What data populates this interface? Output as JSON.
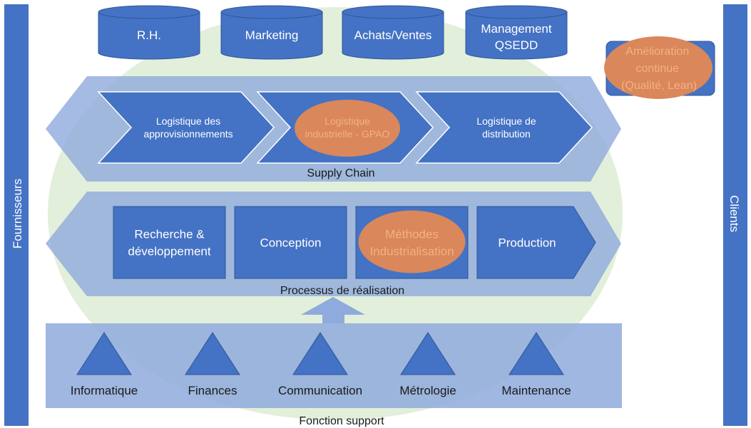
{
  "side": {
    "left_label": "Fournisseurs",
    "right_label": "Clients"
  },
  "top_functions": [
    "R.H.",
    "Marketing",
    "Achats/Ventes",
    "Management QSEDD"
  ],
  "improvement": {
    "lines": [
      "Amélioration",
      "continue",
      "(Qualité, Lean)"
    ]
  },
  "supply_chain": {
    "label": "Supply Chain",
    "steps": [
      {
        "lines": [
          "Logistique des",
          "approvisionnements"
        ],
        "highlighted": false
      },
      {
        "lines": [
          "Logistique",
          "industrielle - GPAO"
        ],
        "highlighted": true
      },
      {
        "lines": [
          "Logistique de",
          "distribution"
        ],
        "highlighted": false
      }
    ]
  },
  "realisation": {
    "label": "Processus de réalisation",
    "steps": [
      {
        "lines": [
          "Recherche &",
          "développement"
        ],
        "highlighted": false
      },
      {
        "lines": [
          "Conception"
        ],
        "highlighted": false
      },
      {
        "lines": [
          "Méthodes",
          "Industrialisation"
        ],
        "highlighted": true
      },
      {
        "lines": [
          "Production"
        ],
        "highlighted": false
      }
    ]
  },
  "support": {
    "label": "Fonction support",
    "items": [
      "Informatique",
      "Finances",
      "Communication",
      "Métrologie",
      "Maintenance"
    ]
  },
  "colors": {
    "blue": "#4472C4",
    "blue_border": "#2F5597",
    "band": "#8FAADC",
    "band_light": "#B4C7E7",
    "green_ellipse": "#E2EFDA",
    "orange": "#D9875B",
    "orange_text": "#F4B183",
    "text_dark": "#1A1A1A",
    "white": "#FFFFFF"
  }
}
